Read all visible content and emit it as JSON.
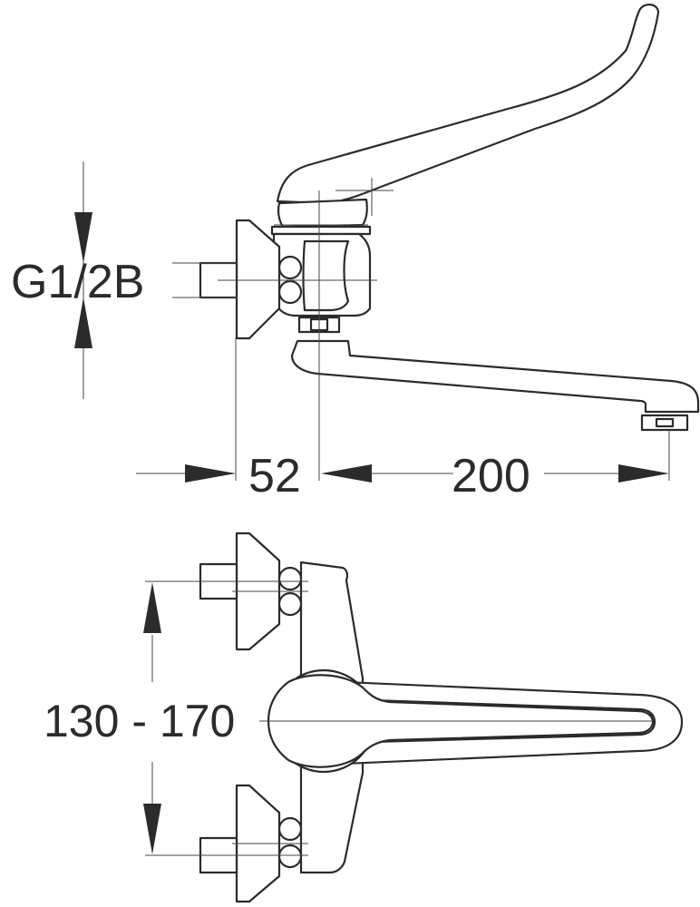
{
  "dimensions": {
    "thread": "G1/2B",
    "wall_offset": "52",
    "spout_reach": "200",
    "center_distance": "130 - 170"
  },
  "colors": {
    "line": "#2b2b2b",
    "background": "#ffffff"
  }
}
